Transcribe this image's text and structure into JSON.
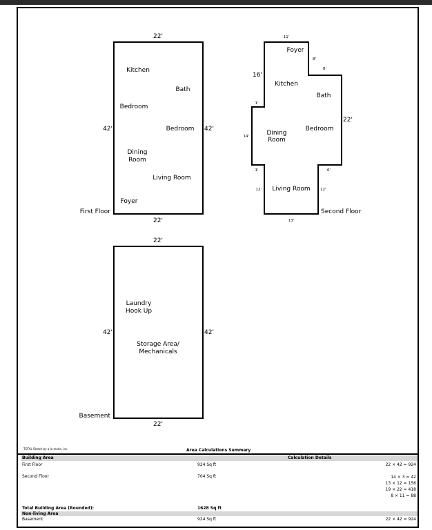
{
  "sketch": {
    "first_floor": {
      "label": "First Floor",
      "dims": {
        "top": "22'",
        "bottom": "22'",
        "left": "42'",
        "right": "42'"
      },
      "rooms": [
        "Kitchen",
        "Bath",
        "Bedroom",
        "Bedroom",
        "Dining",
        "Room",
        "Living Room",
        "Foyer"
      ]
    },
    "second_floor": {
      "label": "Second Floor",
      "dims": [
        "11'",
        "8'",
        "8'",
        "16'",
        "1'",
        "22'",
        "14'",
        "1'",
        "6'",
        "12'",
        "12'",
        "13'"
      ],
      "rooms": [
        "Foyer",
        "Kitchen",
        "Bath",
        "Dining",
        "Room",
        "Bedroom",
        "Living Room"
      ]
    },
    "basement": {
      "label": "Basement",
      "dims": {
        "top": "22'",
        "bottom": "22'",
        "left": "42'",
        "right": "42'"
      },
      "rooms": [
        "Laundry",
        "Hook Up",
        "Storage Area/",
        "Mechanicals"
      ]
    }
  },
  "footer": {
    "credit": "TOTAL Sketch by a la mode, inc.",
    "summary_title": "Area Calculations Summary"
  },
  "table": {
    "building_area_header": "Building Area",
    "calc_details_header": "Calculation Details",
    "rows": [
      {
        "name": "First Floor",
        "area": "924 Sq ft",
        "calcs": [
          "22 × 42 = 924"
        ]
      },
      {
        "name": "Second Floor",
        "area": "704 Sq ft",
        "calcs": [
          "14 × 3 = 42",
          "13 × 12 = 156",
          "19 × 22 = 418",
          "8 × 11 = 88"
        ]
      }
    ],
    "total_label": "Total Building Area (Rounded):",
    "total_value": "1628 Sq ft",
    "nonliving_header": "Non-living Area",
    "nonliving_rows": [
      {
        "name": "Basement",
        "area": "924 Sq ft",
        "calcs": [
          "22 × 42 = 924"
        ]
      }
    ]
  }
}
